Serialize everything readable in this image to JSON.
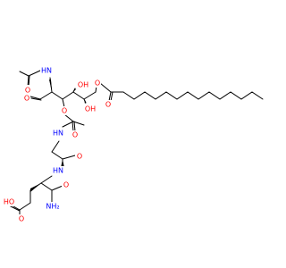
{
  "colors": {
    "oxygen": "#ff0000",
    "nitrogen": "#0000ff",
    "carbon": "#000000",
    "background": "#ffffff"
  },
  "atoms": [
    {
      "id": "o-aldehyde",
      "text": "O",
      "element": "oxygen"
    },
    {
      "id": "n-acetamido",
      "text": "HN",
      "element": "nitrogen"
    },
    {
      "id": "o-acetyl",
      "text": "O",
      "element": "oxygen"
    },
    {
      "id": "oh-c4",
      "text": "OH",
      "element": "oxygen"
    },
    {
      "id": "oh-c5",
      "text": "OH",
      "element": "oxygen"
    },
    {
      "id": "o-ester",
      "text": "O",
      "element": "oxygen"
    },
    {
      "id": "o-ester-carbonyl",
      "text": "O",
      "element": "oxygen"
    },
    {
      "id": "o-ether",
      "text": "O",
      "element": "oxygen"
    },
    {
      "id": "o-lactyl-carbonyl",
      "text": "O",
      "element": "oxygen"
    },
    {
      "id": "n-ala",
      "text": "HN",
      "element": "nitrogen"
    },
    {
      "id": "o-ala-carbonyl",
      "text": "O",
      "element": "oxygen"
    },
    {
      "id": "n-gln",
      "text": "HN",
      "element": "nitrogen"
    },
    {
      "id": "o-amide",
      "text": "O",
      "element": "oxygen"
    },
    {
      "id": "n-amide",
      "text": "NH₂",
      "element": "nitrogen"
    },
    {
      "id": "o-acid-carbonyl",
      "text": "O",
      "element": "oxygen"
    },
    {
      "id": "oh-acid",
      "text": "HO",
      "element": "oxygen"
    }
  ]
}
